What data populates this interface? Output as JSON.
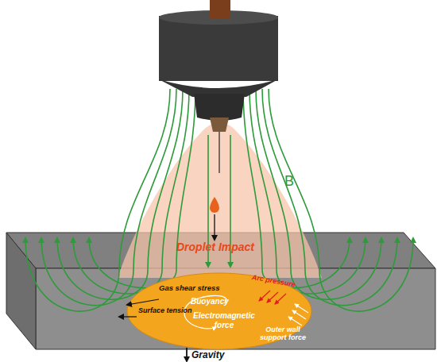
{
  "diagram": {
    "labels": [
      "B",
      "Droplet Impact",
      "Gas shear stress",
      "Arc pressure",
      "Surface tension",
      "Buoyancy",
      "Electromagnetic force",
      "Outer wall support force",
      "Gravity"
    ]
  }
}
